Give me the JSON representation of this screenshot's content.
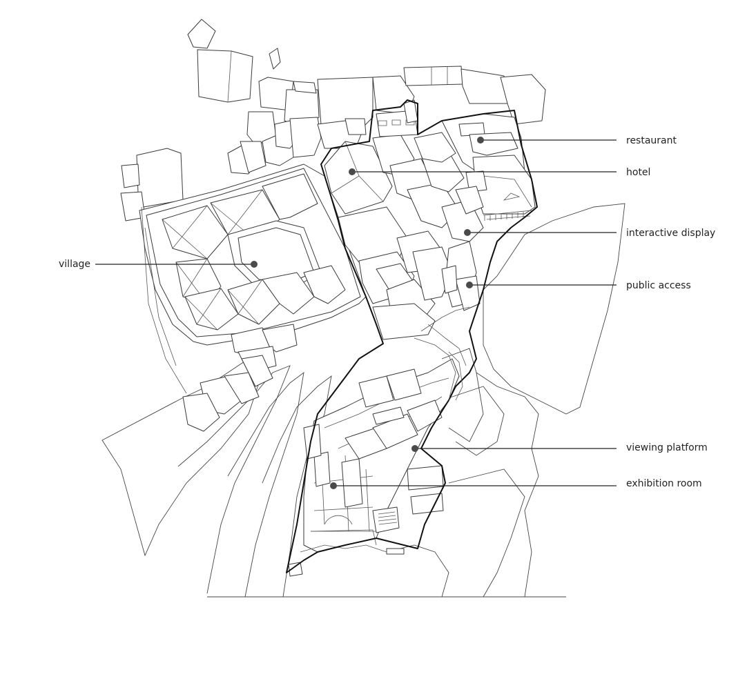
{
  "labels": {
    "village": "village",
    "restaurant": "restaurant",
    "hotel": "hotel",
    "interactive_display": "interactive display",
    "public_access": "public access",
    "viewing_platform": "viewing platform",
    "exhibition_room": "exhibition room"
  },
  "colors": {
    "line": "#111111",
    "marker": "#4a4a4a"
  }
}
